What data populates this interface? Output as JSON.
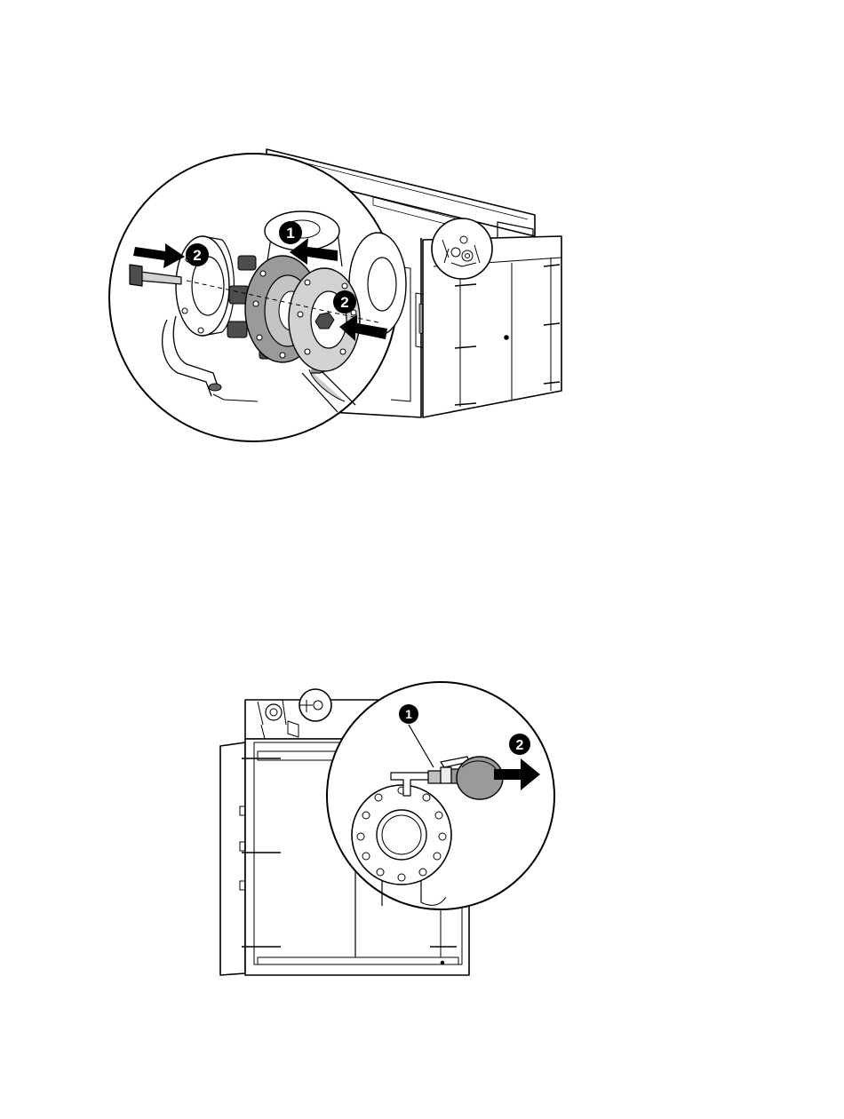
{
  "figures": [
    {
      "callouts": [
        "1",
        "2",
        "2"
      ]
    },
    {
      "callouts": [
        "1",
        "2"
      ]
    }
  ],
  "colors": {
    "line": "#000000",
    "part_gray": "#9a9a9a",
    "light_gray": "#d2d2d2",
    "dark_gray": "#4d4d4d",
    "background": "#ffffff"
  }
}
